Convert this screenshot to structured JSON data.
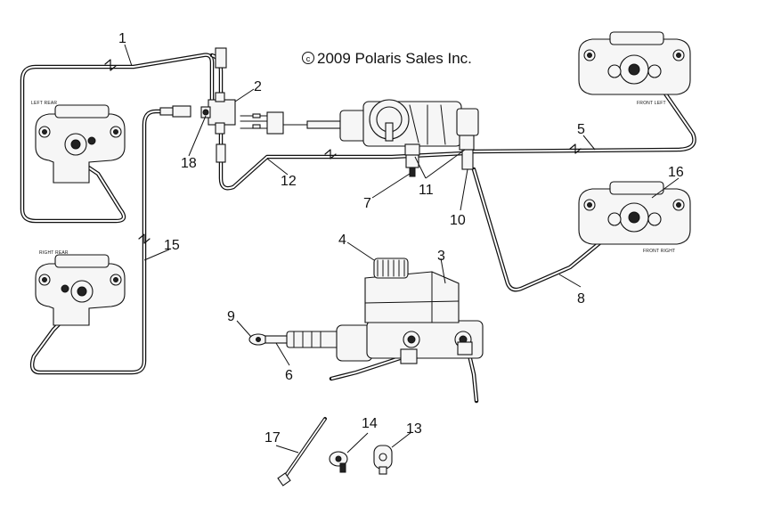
{
  "copyright": "2009 Polaris Sales Inc.",
  "copyright_symbol": "©",
  "component_labels": {
    "left_rear": "LEFT REAR",
    "right_rear": "RIGHT REAR",
    "front_left": "FRONT LEFT",
    "front_right": "FRONT RIGHT"
  },
  "callouts": [
    "1",
    "2",
    "3",
    "4",
    "5",
    "6",
    "7",
    "8",
    "9",
    "10",
    "11",
    "12",
    "13",
    "14",
    "15",
    "16",
    "17",
    "18"
  ],
  "colors": {
    "ink": "#111111",
    "paper": "#ffffff"
  }
}
